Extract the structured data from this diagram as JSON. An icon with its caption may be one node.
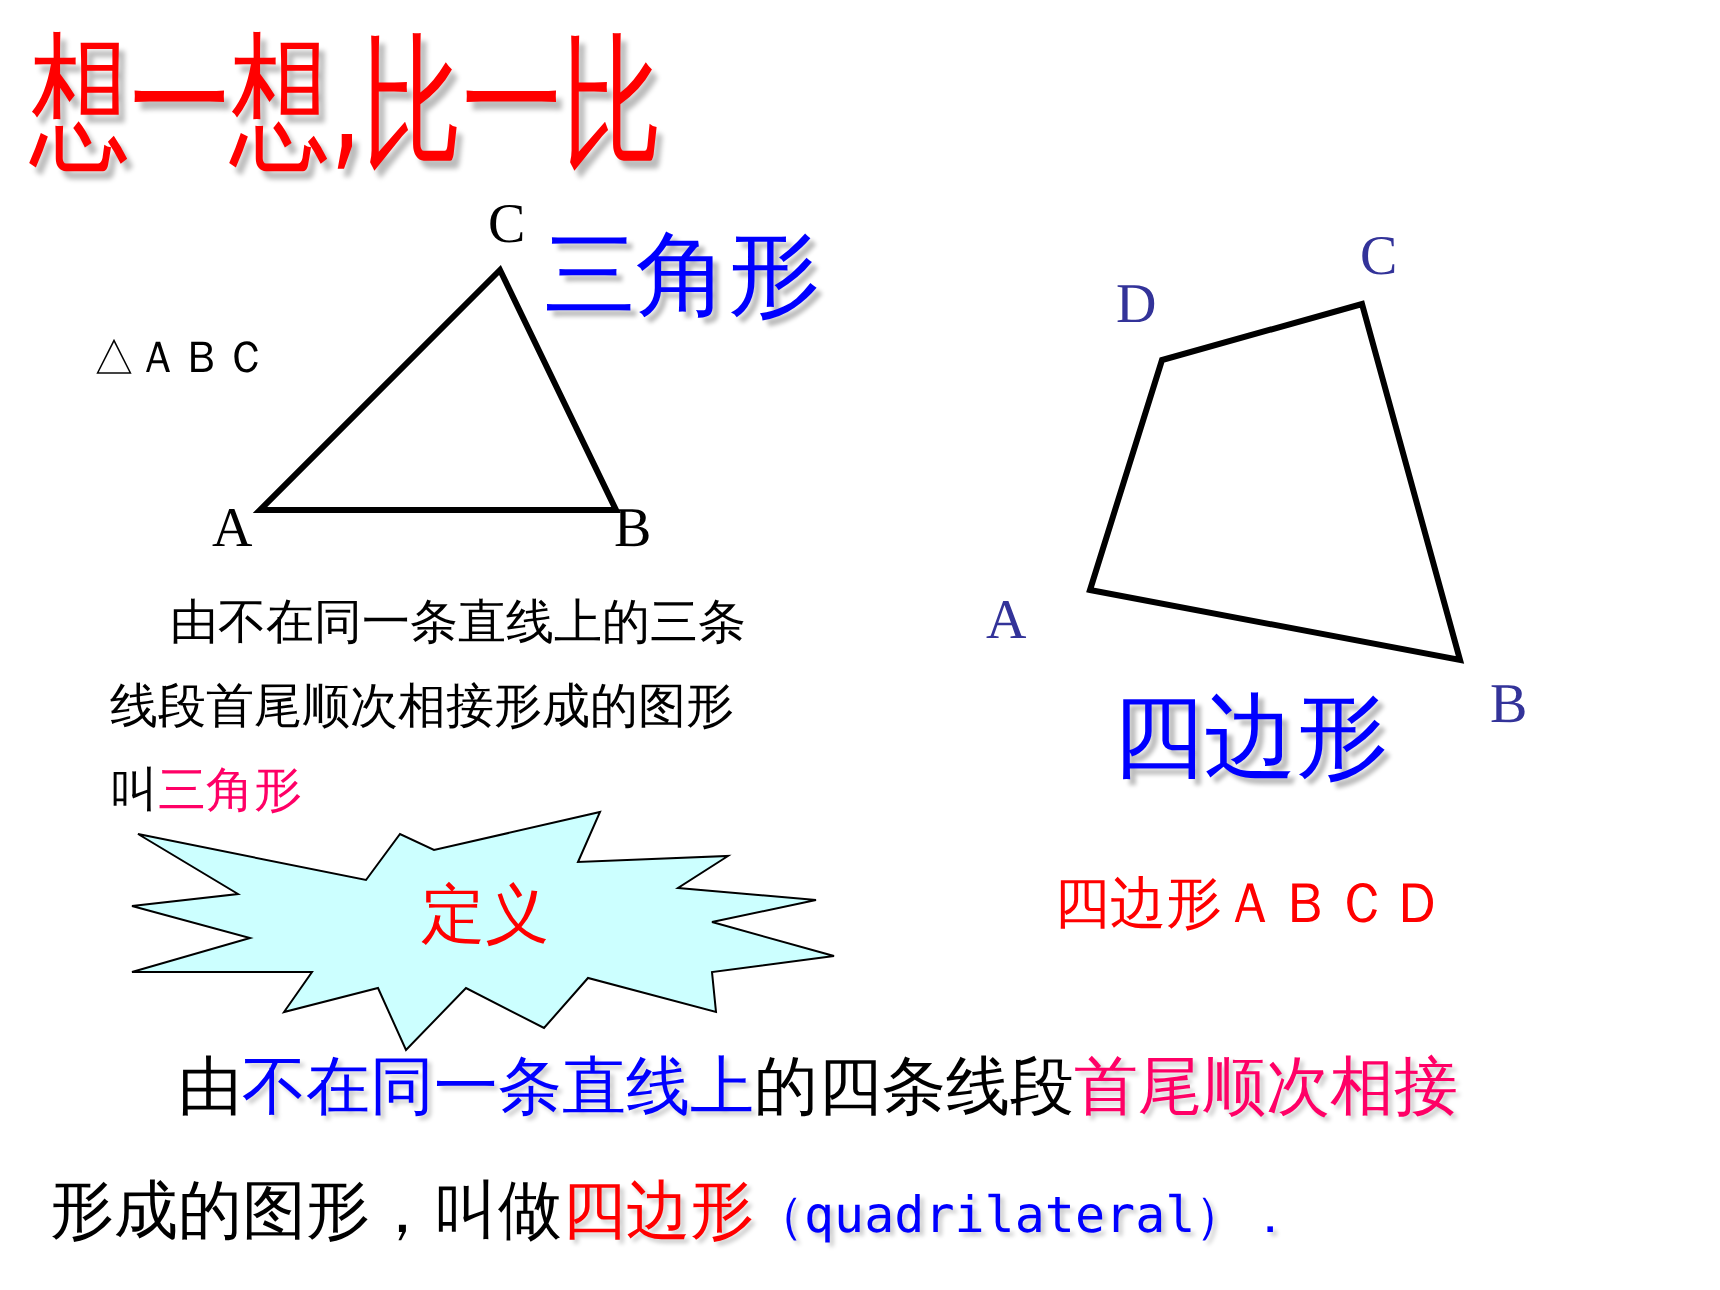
{
  "diagram": {
    "nodes": [
      {
        "text": [
          "定义"
        ]
      }
    ],
    "labels": [
      "想一想,比一比",
      "C",
      "三角形",
      "△ＡＢＣ",
      "A",
      "B",
      "由不在同一条直线上的三条线段首尾顺次相接形成的图形叫",
      "三角形",
      "D",
      "C",
      "A",
      "B",
      "四边形",
      "四边形ＡＢＣＤ",
      "由",
      "不在同一条直线上",
      "的四条线段",
      "首尾顺次相接",
      "形成的图形，叫做",
      "四边形",
      "（quadrilateral）．"
    ]
  }
}
